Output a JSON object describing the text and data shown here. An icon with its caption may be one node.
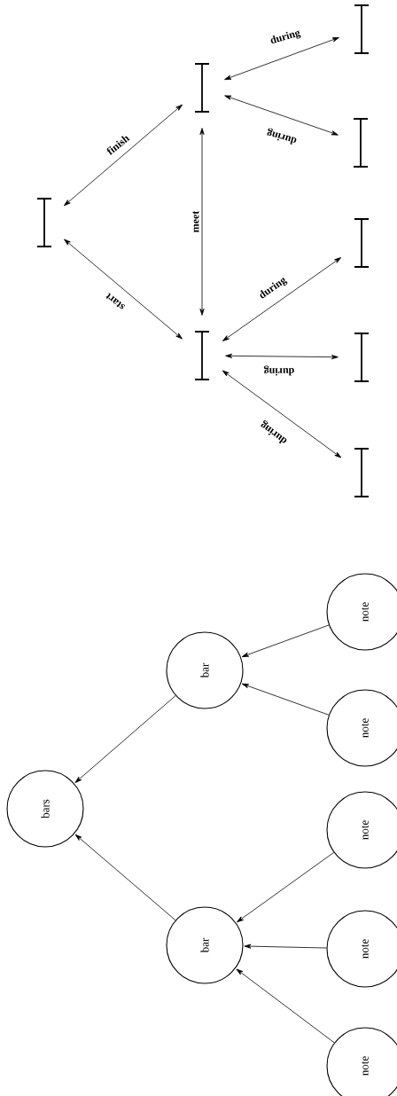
{
  "diagram": {
    "nodes": [
      {
        "text": [],
        "shape": "bar"
      },
      {
        "text": [],
        "shape": "bar"
      },
      {
        "text": [],
        "shape": "bar"
      },
      {
        "text": [],
        "shape": "bar"
      },
      {
        "text": [],
        "shape": "bar"
      },
      {
        "text": [],
        "shape": "bar"
      },
      {
        "text": [],
        "shape": "bar"
      },
      {
        "text": [],
        "shape": "bar"
      },
      {
        "text": [
          "bars"
        ]
      },
      {
        "text": [
          "bar"
        ]
      },
      {
        "text": [
          "bar"
        ]
      },
      {
        "text": [
          "note"
        ]
      },
      {
        "text": [
          "note"
        ]
      },
      {
        "text": [
          "note"
        ]
      },
      {
        "text": [
          "note"
        ]
      },
      {
        "text": [
          "note"
        ]
      }
    ],
    "edges": [
      {
        "from": 0,
        "to": 1,
        "arrow": "both",
        "label": "finish"
      },
      {
        "from": 0,
        "to": 2,
        "arrow": "both",
        "label": "start"
      },
      {
        "from": 2,
        "to": 1,
        "arrow": "both",
        "label": "meet"
      },
      {
        "from": 1,
        "to": 3,
        "arrow": "both",
        "label": "during"
      },
      {
        "from": 1,
        "to": 4,
        "arrow": "both",
        "label": "during"
      },
      {
        "from": 2,
        "to": 5,
        "arrow": "both",
        "label": "during"
      },
      {
        "from": 2,
        "to": 6,
        "arrow": "both",
        "label": "during"
      },
      {
        "from": 2,
        "to": 7,
        "arrow": "both",
        "label": "during"
      },
      {
        "from": 9,
        "to": 8,
        "arrow": "to"
      },
      {
        "from": 10,
        "to": 8,
        "arrow": "to"
      },
      {
        "from": 11,
        "to": 9,
        "arrow": "to"
      },
      {
        "from": 12,
        "to": 9,
        "arrow": "to"
      },
      {
        "from": 13,
        "to": 10,
        "arrow": "to"
      },
      {
        "from": 14,
        "to": 10,
        "arrow": "to"
      },
      {
        "from": 15,
        "to": 10,
        "arrow": "to"
      }
    ]
  }
}
